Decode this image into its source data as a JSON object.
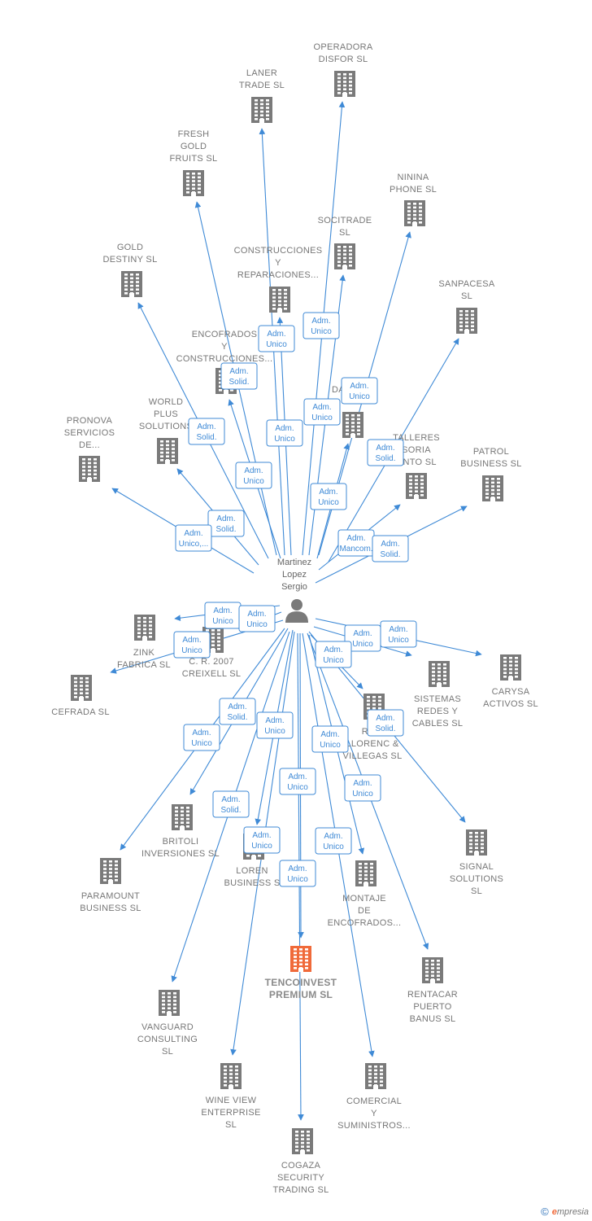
{
  "person": {
    "name_lines": [
      "Martinez",
      "Lopez",
      "Sergio"
    ]
  },
  "center_company": {
    "id": "tencoinvest",
    "lines": [
      "TENCOINVEST",
      "PREMIUM  SL"
    ]
  },
  "companies": [
    {
      "id": "operadora",
      "lines": [
        "OPERADORA",
        "DISFOR  SL"
      ]
    },
    {
      "id": "laner",
      "lines": [
        "LANER",
        "TRADE  SL"
      ]
    },
    {
      "id": "fresh",
      "lines": [
        "FRESH",
        "GOLD",
        "FRUITS  SL"
      ]
    },
    {
      "id": "ninina",
      "lines": [
        "NININA",
        "PHONE  SL"
      ]
    },
    {
      "id": "socitrade",
      "lines": [
        "SOCITRADE",
        "SL"
      ]
    },
    {
      "id": "construcciones",
      "lines": [
        "CONSTRUCCIONES",
        "Y",
        "REPARACIONES..."
      ]
    },
    {
      "id": "gold",
      "lines": [
        "GOLD",
        "DESTINY  SL"
      ]
    },
    {
      "id": "sanpacesa",
      "lines": [
        "SANPACESA",
        "SL"
      ]
    },
    {
      "id": "encofrados",
      "lines": [
        "ENCOFRADOS",
        "Y",
        "CONSTRUCCIONES..."
      ]
    },
    {
      "id": "da",
      "lines": [
        "DA"
      ]
    },
    {
      "id": "world",
      "lines": [
        "WORLD",
        "PLUS",
        "SOLUTIONS"
      ]
    },
    {
      "id": "pronova",
      "lines": [
        "PRONOVA",
        "SERVICIOS",
        "DE..."
      ]
    },
    {
      "id": "talleres",
      "lines": [
        "TALLERES",
        "SORIA",
        "UNTO  SL"
      ]
    },
    {
      "id": "patrol",
      "lines": [
        "PATROL",
        "BUSINESS  SL"
      ]
    },
    {
      "id": "zink",
      "lines": [
        "ZINK",
        "FABRICA SL"
      ]
    },
    {
      "id": "cr2007",
      "lines": [
        "C. R. 2007",
        "CREIXELL SL"
      ]
    },
    {
      "id": "cefrada",
      "lines": [
        "CEFRADA SL"
      ]
    },
    {
      "id": "carysa",
      "lines": [
        "CARYSA",
        "ACTIVOS  SL"
      ]
    },
    {
      "id": "sistemas",
      "lines": [
        "SISTEMAS",
        "REDES Y",
        "CABLES  SL"
      ]
    },
    {
      "id": "prom",
      "lines": [
        "ROM",
        "LLORENC &",
        "VILLEGAS SL"
      ]
    },
    {
      "id": "britoli",
      "lines": [
        "BRITOLI",
        "INVERSIONES SL"
      ]
    },
    {
      "id": "paramount",
      "lines": [
        "PARAMOUNT",
        "BUSINESS SL"
      ]
    },
    {
      "id": "loren",
      "lines": [
        "LOREN",
        "BUSINESS  S"
      ]
    },
    {
      "id": "montaje",
      "lines": [
        "MONTAJE",
        "DE",
        "ENCOFRADOS..."
      ]
    },
    {
      "id": "signal",
      "lines": [
        "SIGNAL",
        "SOLUTIONS",
        "SL"
      ]
    },
    {
      "id": "rentacar",
      "lines": [
        "RENTACAR",
        "PUERTO",
        "BANUS SL"
      ]
    },
    {
      "id": "vanguard",
      "lines": [
        "VANGUARD",
        "CONSULTING",
        "SL"
      ]
    },
    {
      "id": "wineview",
      "lines": [
        "WINE VIEW",
        "ENTERPRISE",
        "SL"
      ]
    },
    {
      "id": "comercial",
      "lines": [
        "COMERCIAL",
        "Y",
        "SUMINISTROS..."
      ]
    },
    {
      "id": "cogaza",
      "lines": [
        "COGAZA",
        "SECURITY",
        "TRADING SL"
      ]
    }
  ],
  "badges": [
    {
      "id": "b1",
      "lines": [
        "Adm.",
        "Unico"
      ]
    },
    {
      "id": "b2",
      "lines": [
        "Adm.",
        "Unico"
      ]
    },
    {
      "id": "b3",
      "lines": [
        "Adm.",
        "Solid."
      ]
    },
    {
      "id": "b4",
      "lines": [
        "Adm.",
        "Unico"
      ]
    },
    {
      "id": "b5",
      "lines": [
        "Adm.",
        "Unico"
      ]
    },
    {
      "id": "b6",
      "lines": [
        "Adm.",
        "Solid."
      ]
    },
    {
      "id": "b7",
      "lines": [
        "Adm.",
        "Unico"
      ]
    },
    {
      "id": "b8",
      "lines": [
        "Adm.",
        "Solid."
      ]
    },
    {
      "id": "b9",
      "lines": [
        "Adm.",
        "Unico"
      ]
    },
    {
      "id": "b10",
      "lines": [
        "Adm.",
        "Unico"
      ]
    },
    {
      "id": "b11",
      "lines": [
        "Adm.",
        "Solid."
      ]
    },
    {
      "id": "b12",
      "lines": [
        "Adm.",
        "Unico,..."
      ]
    },
    {
      "id": "b13",
      "lines": [
        "Adm.",
        "Mancom."
      ]
    },
    {
      "id": "b14",
      "lines": [
        "Adm.",
        "Solid."
      ]
    },
    {
      "id": "b15",
      "lines": [
        "Adm.",
        "Unico"
      ]
    },
    {
      "id": "b16",
      "lines": [
        "Adm.",
        "Unico"
      ]
    },
    {
      "id": "b17",
      "lines": [
        "Adm.",
        "Unico"
      ]
    },
    {
      "id": "b18",
      "lines": [
        "Adm.",
        "Unico"
      ]
    },
    {
      "id": "b19",
      "lines": [
        "Adm.",
        "Unico"
      ]
    },
    {
      "id": "b20",
      "lines": [
        "Adm.",
        "Unico"
      ]
    },
    {
      "id": "b21",
      "lines": [
        "Adm.",
        "Solid."
      ]
    },
    {
      "id": "b22",
      "lines": [
        "Adm.",
        "Solid."
      ]
    },
    {
      "id": "b23",
      "lines": [
        "Adm.",
        "Unico"
      ]
    },
    {
      "id": "b24",
      "lines": [
        "Adm.",
        "Unico"
      ]
    },
    {
      "id": "b25",
      "lines": [
        "Adm.",
        "Unico"
      ]
    },
    {
      "id": "b26",
      "lines": [
        "Adm.",
        "Unico"
      ]
    },
    {
      "id": "b27",
      "lines": [
        "Adm.",
        "Solid."
      ]
    },
    {
      "id": "b28",
      "lines": [
        "Adm.",
        "Unico"
      ]
    },
    {
      "id": "b29",
      "lines": [
        "Adm.",
        "Unico"
      ]
    },
    {
      "id": "b30",
      "lines": [
        "Adm.",
        "Unico"
      ]
    },
    {
      "id": "b31",
      "lines": [
        "Adm.",
        "Unico"
      ]
    }
  ],
  "colors": {
    "edge": "#3f8ad6",
    "building": "#7a7a7a",
    "center_building": "#f06a3a"
  },
  "footer": {
    "copyright": "©",
    "brand_initial": "e",
    "brand_rest": "mpresia"
  }
}
